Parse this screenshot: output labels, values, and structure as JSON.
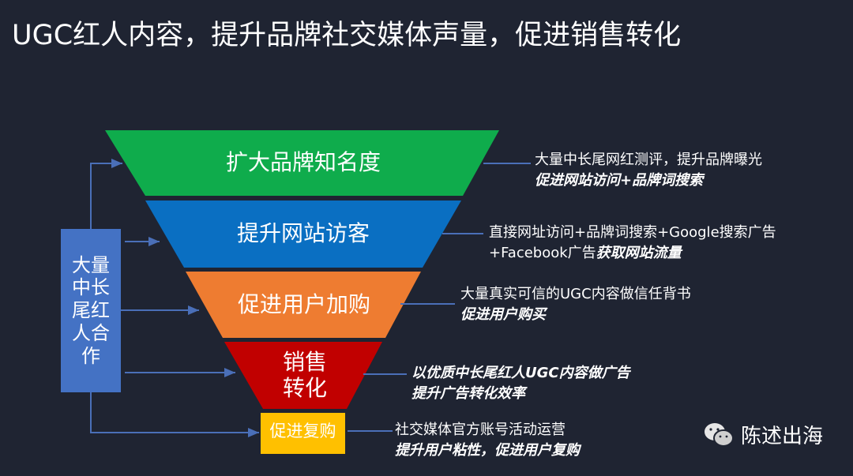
{
  "title": "UGC红人内容，提升品牌社交媒体声量，促进销售转化",
  "colors": {
    "background": "#1f2432",
    "stage1": "#0fac4c",
    "stage2": "#0a6fc2",
    "stage3": "#ee7c31",
    "stage4": "#c10000",
    "stage5": "#ffc000",
    "left_box": "#4472c4",
    "connector": "#4a6fb8"
  },
  "left_box": {
    "label": "大量中长尾红人合作"
  },
  "funnel": [
    {
      "label": "扩大品牌知名度"
    },
    {
      "label": "提升网站访客"
    },
    {
      "label": "促进用户加购"
    },
    {
      "label_line1": "销售",
      "label_line2": "转化"
    },
    {
      "label": "促进复购"
    }
  ],
  "notes": [
    {
      "line1": "大量中长尾网红测评，提升品牌曝光",
      "line2_em": "促进网站访问+品牌词搜索"
    },
    {
      "line1": "直接网址访问+品牌词搜索+Google搜索广告",
      "line2": "+Facebook广告",
      "line2_em": "获取网站流量"
    },
    {
      "line1": "大量真实可信的UGC内容做信任背书",
      "line2_em": "促进用户购买"
    },
    {
      "line1_em": "以优质中长尾红人UGC内容做广告",
      "line2_em": "提升广告转化效率"
    },
    {
      "line1": "社交媒体官方账号活动运营",
      "line2_em": "提升用户粘性，促进用户复购"
    }
  ],
  "brand": {
    "icon": "wechat-icon",
    "name": "陈述出海"
  }
}
